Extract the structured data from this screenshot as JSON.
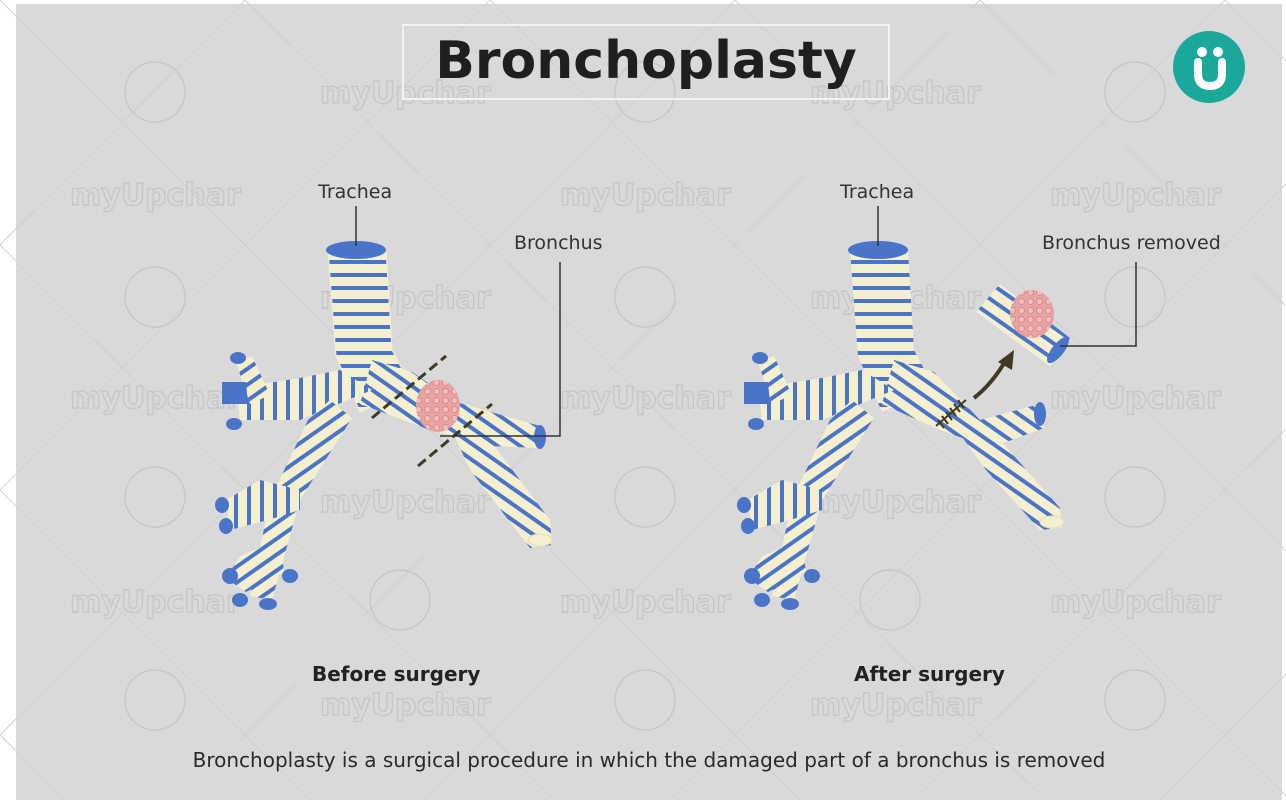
{
  "title": "Bronchoplasty",
  "brand": {
    "logo_letter": "U",
    "logo_color": "#1aa89a",
    "watermark_text": "myUpchar"
  },
  "colors": {
    "background": "#d9d9d9",
    "airway_fill": "#f4f0cf",
    "ring_blue": "#4a74c8",
    "tumor": "#e8a3a3",
    "arrow": "#3f3a24"
  },
  "panels": {
    "before": {
      "caption": "Before surgery",
      "labels": {
        "trachea": "Trachea",
        "bronchus": "Bronchus"
      }
    },
    "after": {
      "caption": "After surgery",
      "labels": {
        "trachea": "Trachea",
        "removed": "Bronchus removed"
      }
    }
  },
  "description": "Bronchoplasty is a surgical procedure in which the damaged part of a bronchus is removed"
}
